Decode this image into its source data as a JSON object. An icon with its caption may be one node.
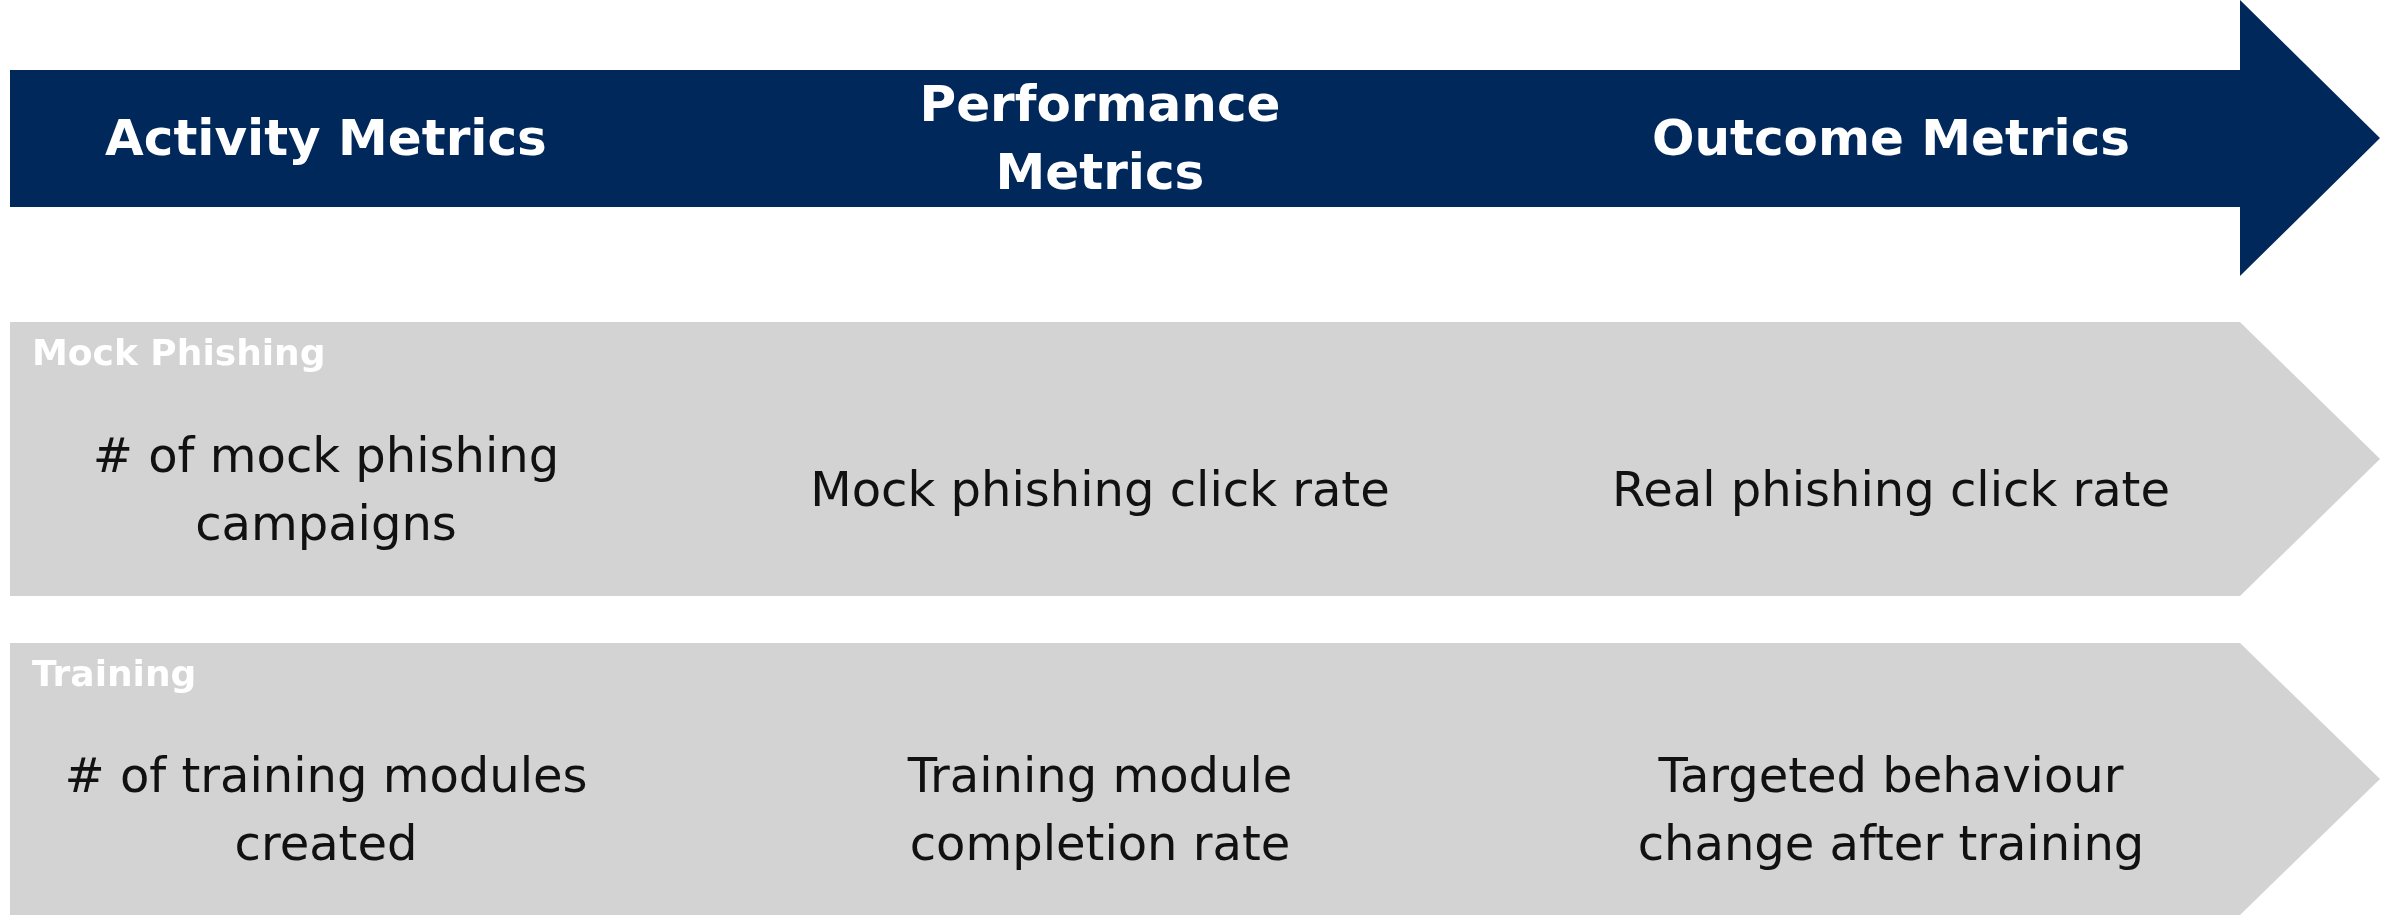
{
  "diagram": {
    "nodes": [
      {
        "text": [
          "Activity Metrics",
          "Performance Metrics",
          "Outcome Metrics"
        ]
      },
      {
        "text": [
          "Mock Phishing",
          "# of mock phishing campaigns",
          "Mock phishing click rate",
          "Real phishing click rate"
        ]
      },
      {
        "text": [
          "Training",
          "# of training modules created",
          "Training module completion rate",
          "Targeted behaviour change after training"
        ]
      }
    ]
  }
}
